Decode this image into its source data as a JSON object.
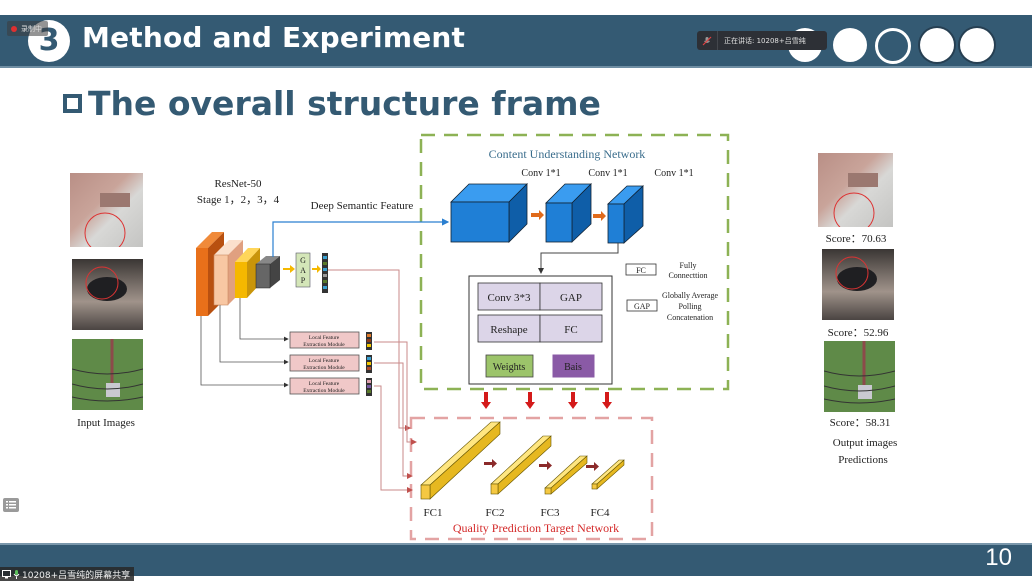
{
  "header": {
    "section_number": "3",
    "title": "Method and Experiment",
    "recording_label": "录制中",
    "speaker_toast": "正在讲话: 10208+吕雪纯",
    "nav_dots": 5
  },
  "slide": {
    "heading": "The overall structure frame",
    "page_number": "10"
  },
  "figure": {
    "backbone_label_1": "ResNet-50",
    "backbone_label_2": "Stage 1，2，3，4",
    "deep_semantic_label": "Deep Semantic Feature",
    "gap_label": [
      "G",
      "A",
      "P"
    ],
    "cun_title": "Content Understanding Network",
    "conv_labels": [
      "Conv 1*1",
      "Conv 1*1",
      "Conv 1*1"
    ],
    "hyper_cells": [
      "Conv 3*3",
      "GAP",
      "Reshape",
      "FC"
    ],
    "weights_label": "Weights",
    "bias_label": "Bais",
    "legend": {
      "fc_box": "FC",
      "fc_desc_1": "Fully",
      "fc_desc_2": "Connecttion",
      "gap_box": "GAP",
      "gap_desc_1": "Globally Average",
      "gap_desc_2": "Polling",
      "gap_desc_3": "Concatenation"
    },
    "lfem_label_1": "Local Feature",
    "lfem_label_2": "Extraction Module",
    "fc_labels": [
      "FC1",
      "FC2",
      "FC3",
      "FC4"
    ],
    "qpt_title": "Quality Prediction Target Network",
    "input_label": "Input Images",
    "scores": [
      "Score：70.63",
      "Score：52.96",
      "Score：58.31"
    ],
    "output_label_1": "Output images",
    "output_label_2": "Predictions"
  },
  "share_bar": {
    "text": "10208+吕雪纯的屏幕共享"
  },
  "colors": {
    "brand": "#345a73",
    "cun_border": "#8db255",
    "qpt_border": "#e3a3a3",
    "cube_blue": "#1f7fd6",
    "weights": "#9cc46a",
    "bias": "#8a5aa6",
    "arrow_red": "#d41a1a"
  }
}
